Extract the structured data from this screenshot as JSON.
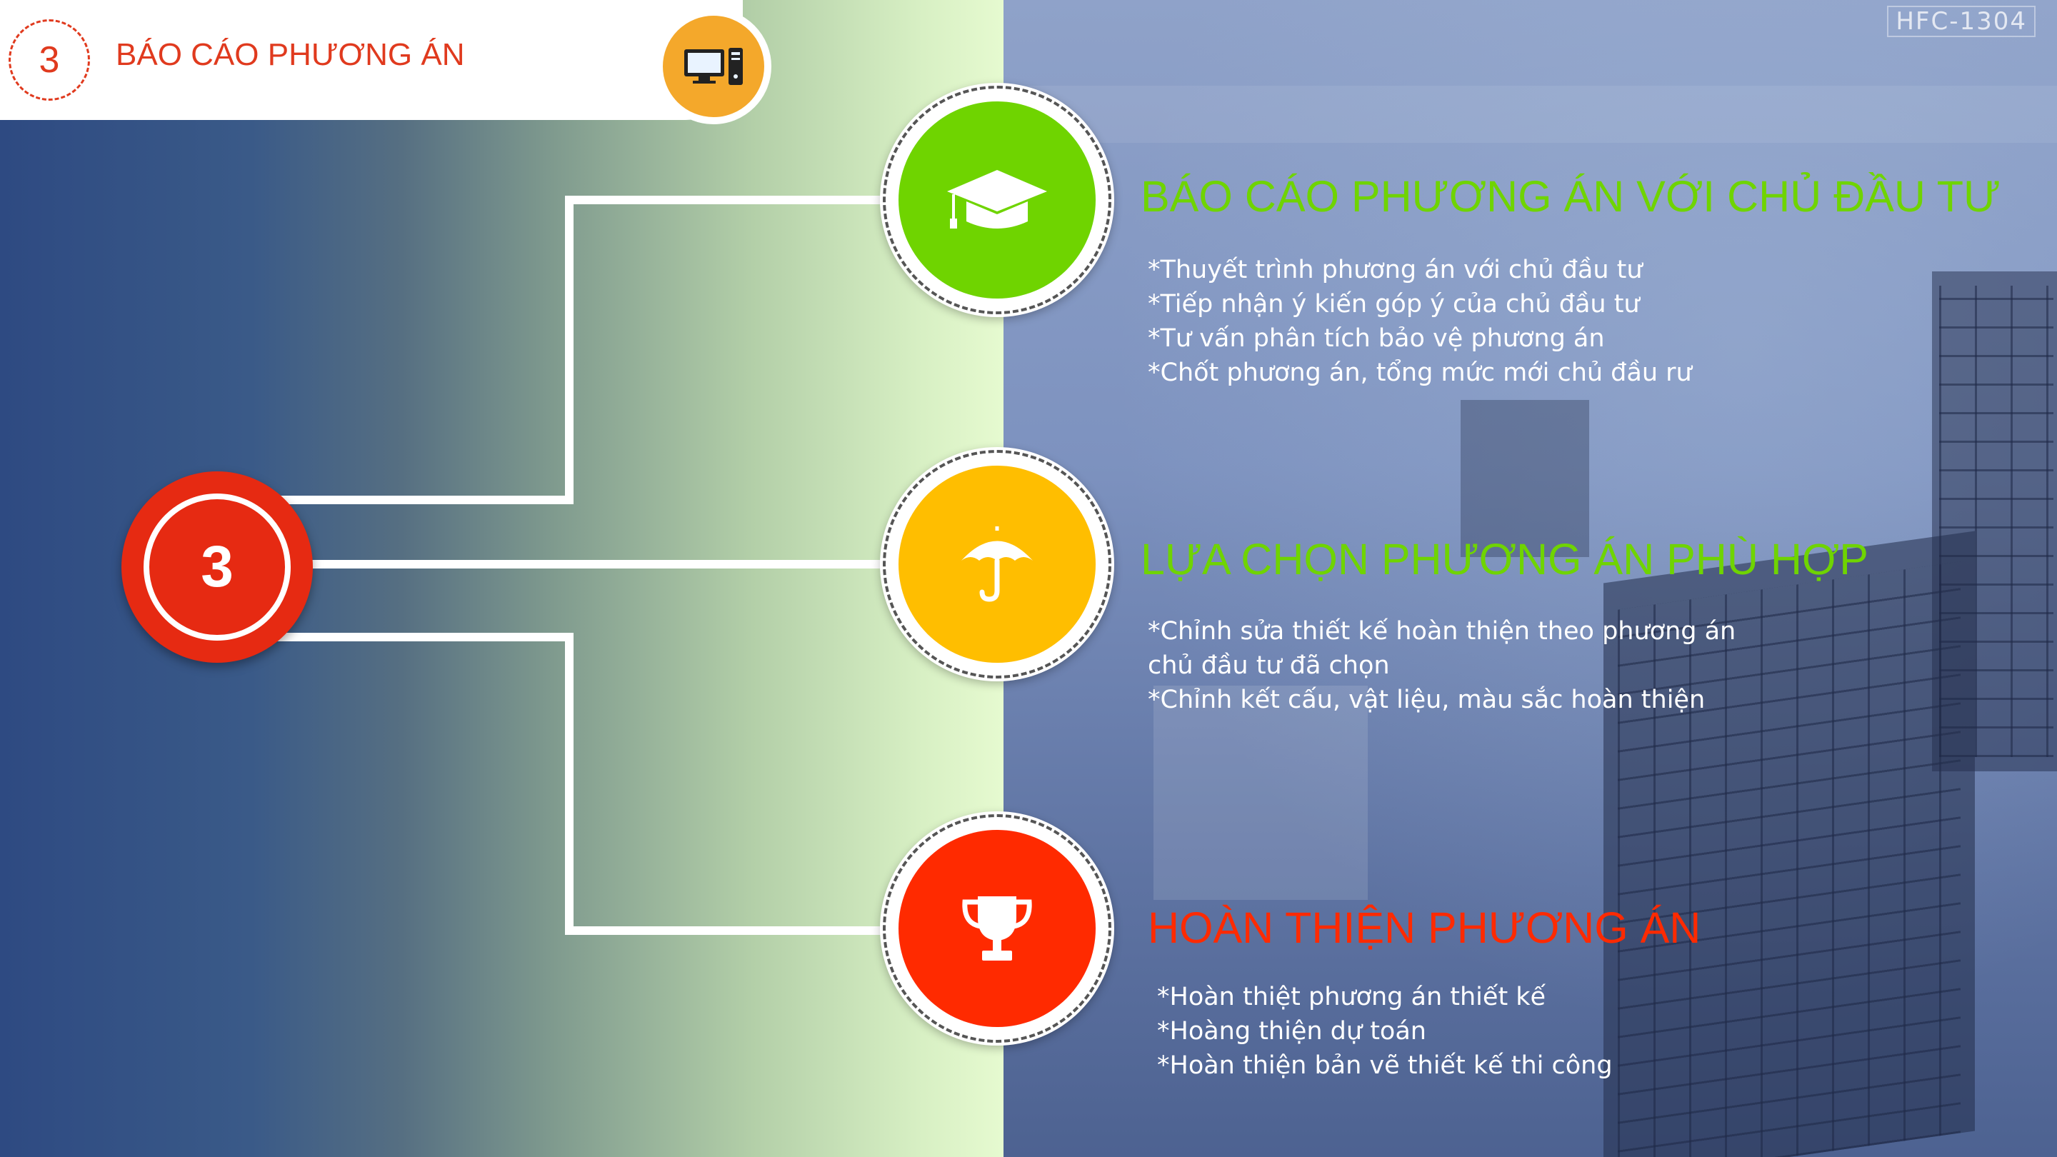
{
  "header": {
    "step_number": "3",
    "title": "BÁO CÁO PHƯƠNG ÁN",
    "icon": "computer-icon"
  },
  "watermark": "HFC-1304",
  "hub": {
    "number": "3"
  },
  "sections": [
    {
      "icon": "graduation-cap-icon",
      "color": "#6fd400",
      "heading": "BÁO CÁO PHƯƠNG ÁN VỚI CHỦ ĐẦU TƯ",
      "bullets": [
        "*Thuyết trình phương án với chủ đầu tư",
        "*Tiếp nhận ý kiến góp ý của chủ đầu tư",
        "*Tư vấn phân tích bảo vệ phương án",
        "*Chốt phương án, tổng mức mới chủ đầu rư"
      ]
    },
    {
      "icon": "umbrella-icon",
      "color": "#ffbe00",
      "heading": "LỰA CHỌN PHƯƠNG ÁN PHÙ HỢP",
      "bullets": [
        "*Chỉnh sửa thiết kế hoàn thiện theo phương án",
        "chủ đầu tư đã chọn",
        "*Chỉnh kết cấu, vật liệu, màu sắc hoàn thiện"
      ]
    },
    {
      "icon": "trophy-icon",
      "color": "#ff2a00",
      "heading": "HOÀN THIỆN PHƯƠNG ÁN",
      "bullets": [
        "*Hoàn thiệt phương án thiết kế",
        "*Hoàng thiện dự toán",
        "*Hoàn thiện bản vẽ thiết kế thi công"
      ]
    }
  ]
}
